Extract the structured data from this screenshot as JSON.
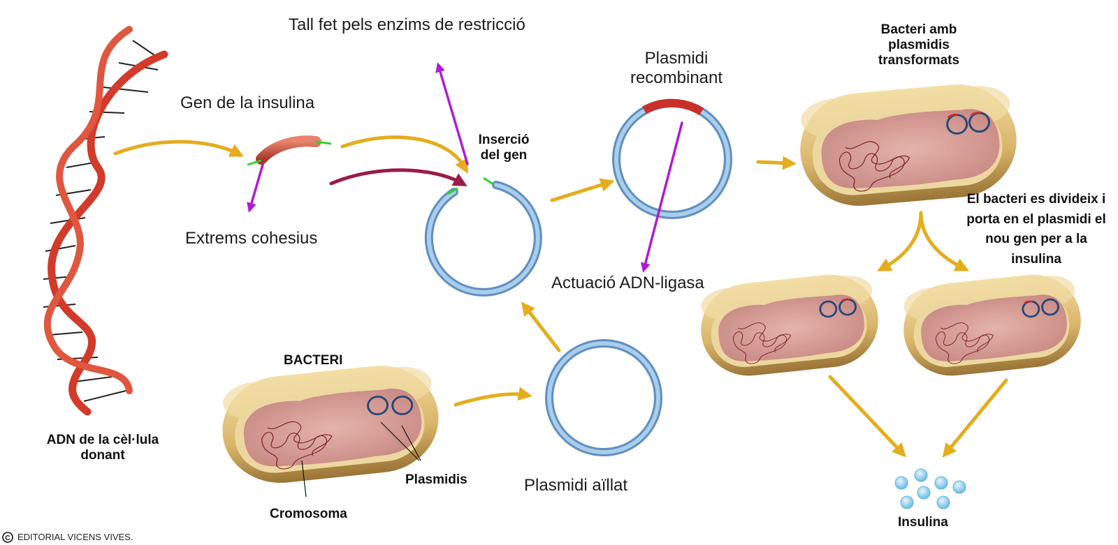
{
  "labels": {
    "donor_dna": "ADN de la cèl·lula donant",
    "insulin_gene": "Gen de la insulina",
    "sticky_ends": "Extrems cohesius",
    "restriction_cut": "Tall fet pels enzims de restricció",
    "gene_insertion": "Inserció del gen",
    "recombinant_plasmid": "Plasmidi recombinant",
    "ligase_action": "Actuació ADN-ligasa",
    "transformed_bacteria": "Bacteri amb plasmidis transformats",
    "division_note": "El bacteri es divideix i porta en el plasmidi el nou gen per a la insulina",
    "bacterium": "BACTERI",
    "plasmids": "Plasmidis",
    "chromosome": "Cromosoma",
    "isolated_plasmid": "Plasmidi aïllat",
    "insulin": "Insulina",
    "copyright": "EDITORIAL VICENS VIVES."
  },
  "colors": {
    "process_arrow": "#e5ac1c",
    "enzyme_arrow": "#b01ad6",
    "insertion_arrow": "#9b1a4a",
    "plasmid": "#8fb8de",
    "gene": "#c94a3a",
    "sticky_end": "#2fd12f",
    "bacterium_shell": "#e9cf8e",
    "bacterium_interior": "#d9a09a",
    "insulin": "#8fd0ee"
  }
}
